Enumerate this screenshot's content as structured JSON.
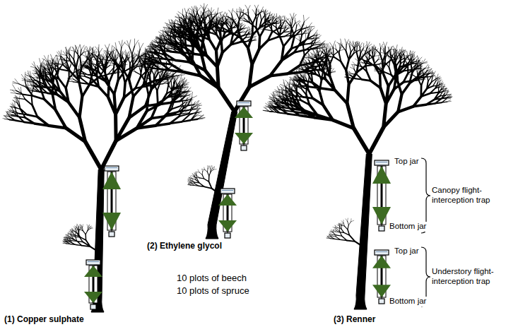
{
  "diagram": {
    "labels": [
      "(1) Copper sulphate",
      "(2) Ethylene glycol",
      "10 plots of beech",
      "10 plots of spruce",
      "(3) Renner",
      "Top jar",
      "Bottom jar",
      "Canopy flight-interception trap",
      "Top jar",
      "Bottom jar",
      "Understory flight-interception trap"
    ]
  }
}
